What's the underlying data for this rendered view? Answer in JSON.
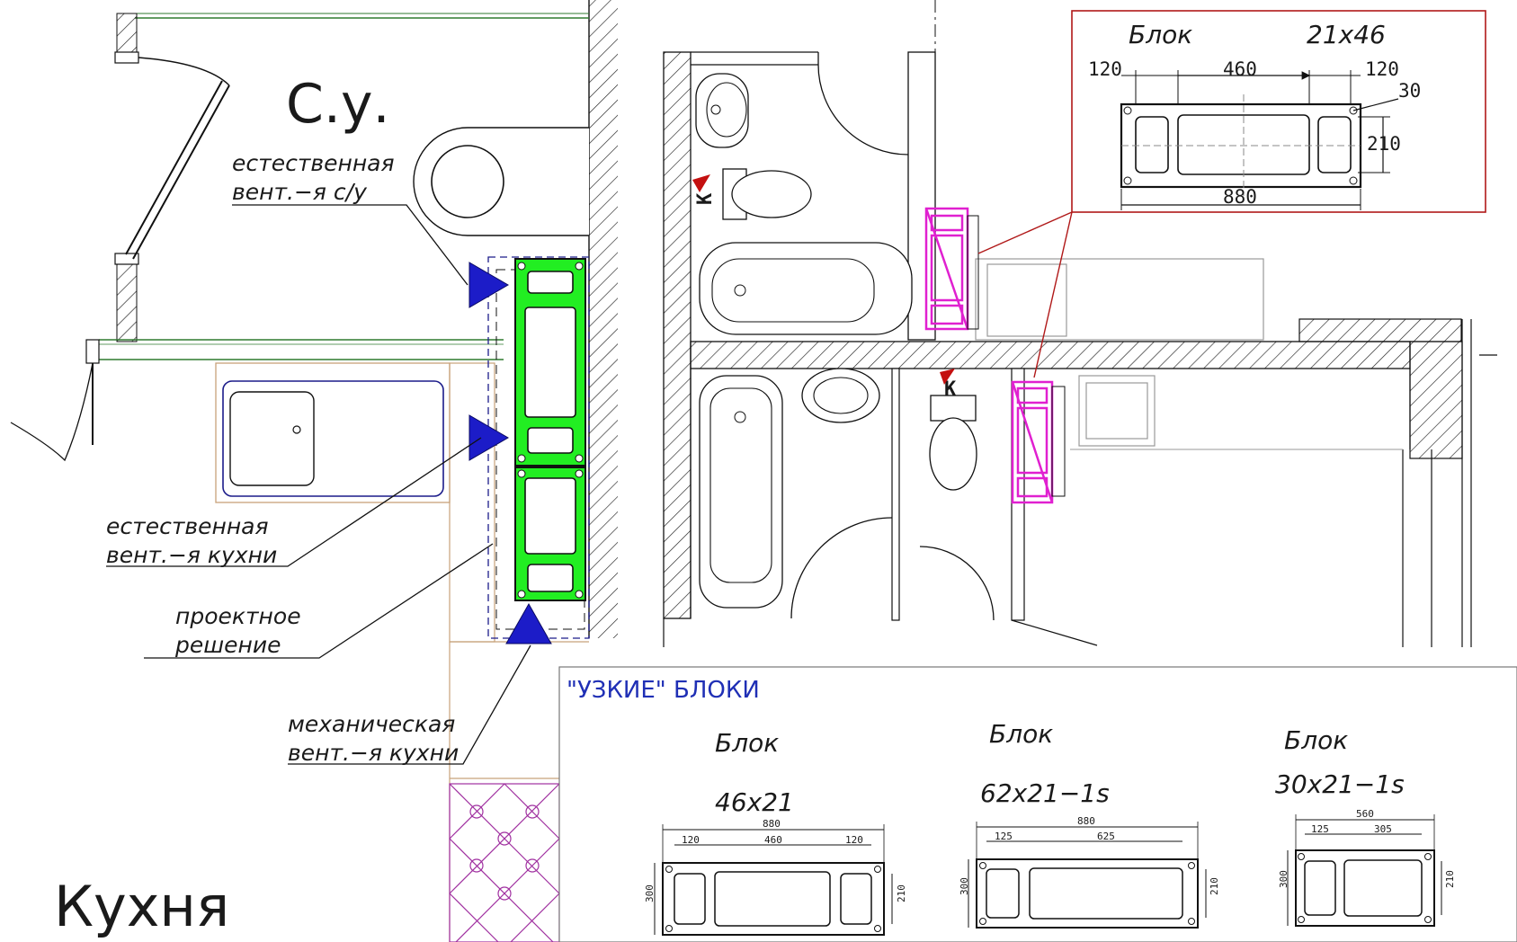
{
  "plan_left": {
    "room_bathroom": "С.у.",
    "room_kitchen": "Кухня",
    "callouts": [
      {
        "line1": "естественная",
        "line2": "вент.−я с/у"
      },
      {
        "line1": "естественная",
        "line2": "вент.−я кухни"
      },
      {
        "line1": "проектное",
        "line2": "решение"
      },
      {
        "line1": "механическая",
        "line2": "вент.−я кухни"
      }
    ]
  },
  "plan_right": {
    "riser_marks": [
      "К",
      "К"
    ]
  },
  "detail_block": {
    "title": "Блок",
    "size": "21х46",
    "dims": {
      "left": "120",
      "middle": "460",
      "right": "120",
      "hole": "30",
      "height": "210",
      "total": "880"
    }
  },
  "narrow_blocks": {
    "heading": "\"УЗКИЕ\"  БЛОКИ",
    "blocks": [
      {
        "title": "Блок",
        "name": "46х21",
        "dims": {
          "total": "880",
          "left": "120",
          "middle": "460",
          "right": "120",
          "height_outer": "300",
          "height_inner": "210"
        }
      },
      {
        "title": "Блок",
        "name": "62х21−1s",
        "dims": {
          "total": "880",
          "left": "125",
          "middle": "625",
          "height_outer": "300",
          "height_inner": "210"
        }
      },
      {
        "title": "Блок",
        "name": "30х21−1s",
        "dims": {
          "total": "560",
          "left": "125",
          "middle": "305",
          "height_outer": "300",
          "height_inner": "210"
        }
      }
    ]
  },
  "colors": {
    "line": "#1a1a1a",
    "green_block": "#22ee22",
    "arrow_blue": "#1c1cc8",
    "magenta": "#e020d0",
    "red_frame": "#b01818",
    "title_blue": "#1f2fb5",
    "wall_green": "#2f7a2f",
    "tan": "#c8a27a",
    "purple_tile": "#a030a0"
  }
}
